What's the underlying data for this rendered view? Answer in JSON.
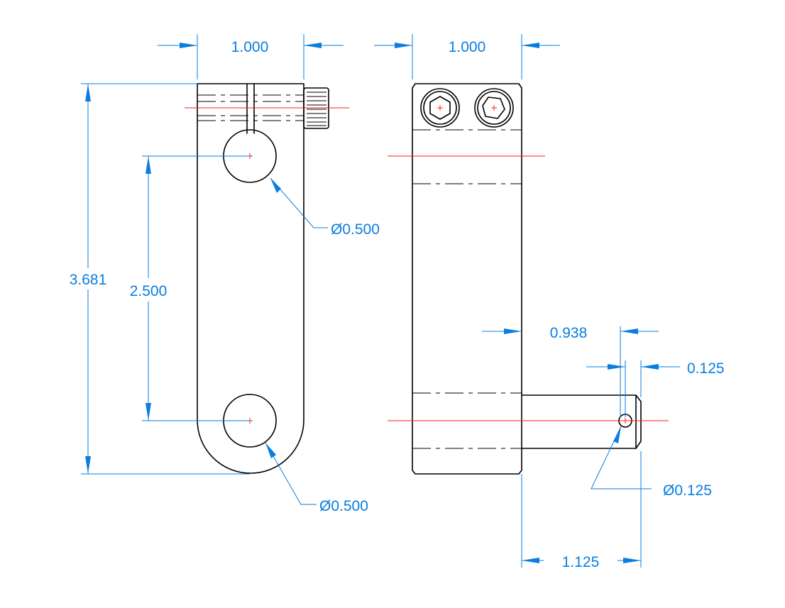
{
  "dimensions": {
    "front_width": "1.000",
    "side_width": "1.000",
    "overall_height": "3.681",
    "hole_spacing": "2.500",
    "top_hole_dia": "Ø0.500",
    "bottom_hole_dia": "Ø0.500",
    "pin_hole_offset": "0.938",
    "pin_hole_width": "0.125",
    "pin_hole_dia": "Ø0.125",
    "pin_length": "1.125"
  },
  "colors": {
    "object_lines": "#000000",
    "center_lines": "#ff1a1a",
    "dimension_lines": "#0a7ee0",
    "background": "#ffffff"
  }
}
